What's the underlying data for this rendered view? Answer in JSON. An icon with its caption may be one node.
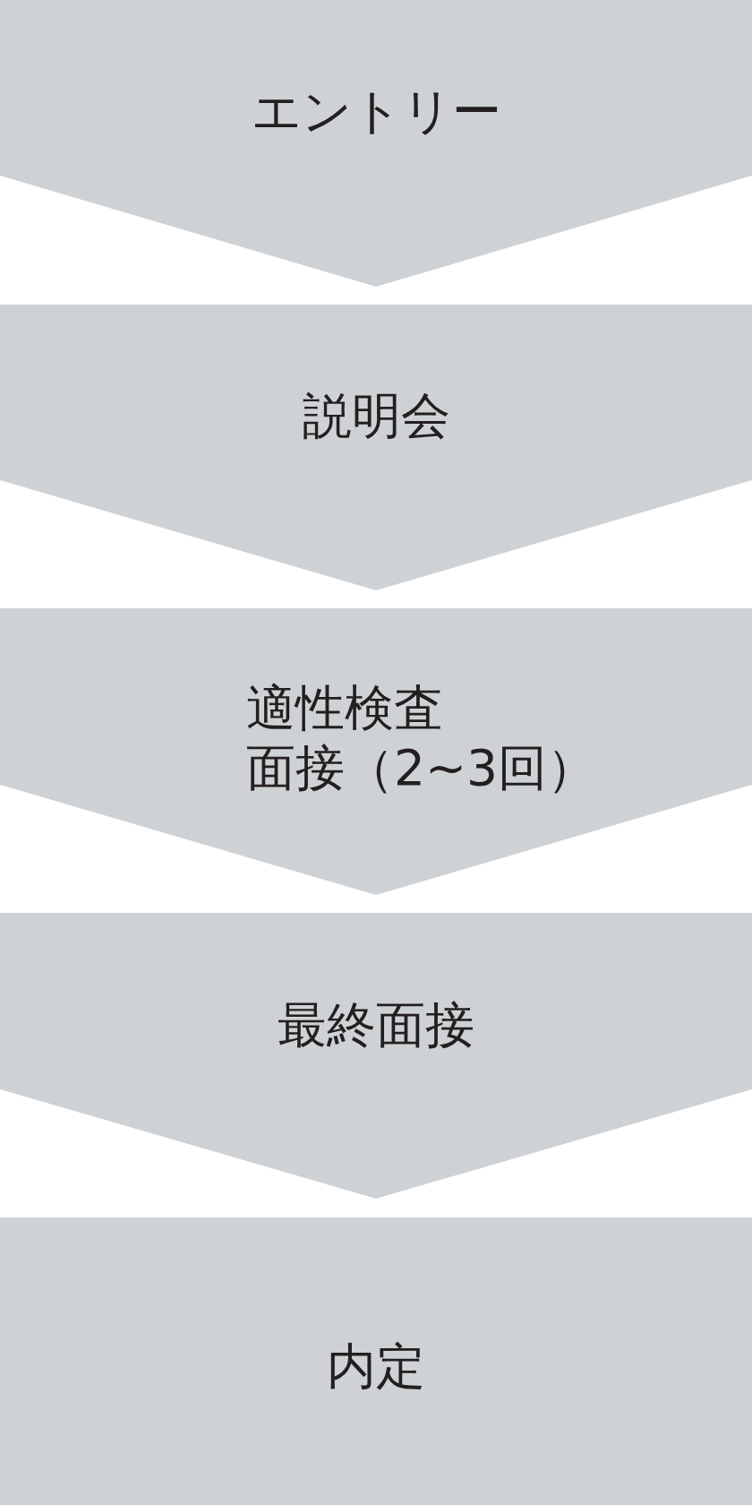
{
  "diagram": {
    "nodes": [
      {
        "text": [
          "エントリー"
        ]
      },
      {
        "text": [
          "説明会"
        ]
      },
      {
        "text": [
          "適性検査",
          "面接（2~3回）"
        ]
      },
      {
        "text": [
          "最終面接"
        ]
      },
      {
        "text": [
          "内定"
        ]
      }
    ]
  }
}
